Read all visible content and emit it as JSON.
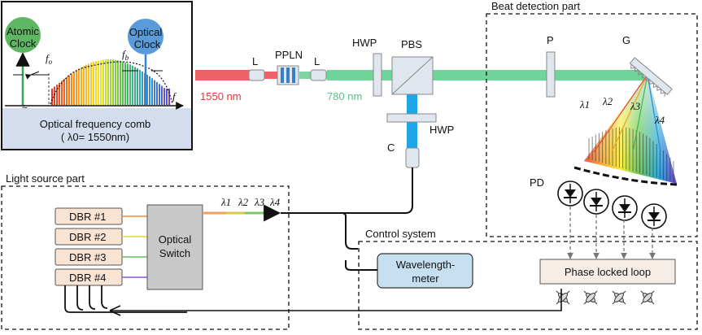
{
  "comb_panel": {
    "atomic_clock": [
      "Atomic",
      "Clock"
    ],
    "optical_clock": [
      "Optical",
      "Clock"
    ],
    "f_o": "fo",
    "f_b": "fb",
    "f_axis": "f",
    "caption_line1": "Optical frequency comb",
    "caption_line2": "( λ0= 1550nm)"
  },
  "beam": {
    "lens_left": "L",
    "crystal": "PPLN",
    "lens_right": "L",
    "wl_1550": "1550 nm",
    "wl_780": "780 nm",
    "hwp_top": "HWP",
    "pbs": "PBS",
    "hwp_bottom": "HWP",
    "collimator": "C"
  },
  "beat_detection": {
    "title": "Beat detection part",
    "polarizer": "P",
    "grating": "G",
    "lambda_labels": [
      "λ1",
      "λ2",
      "λ3",
      "λ4"
    ],
    "pd": "PD"
  },
  "light_source": {
    "title": "Light source part",
    "dbr": [
      "DBR #1",
      "DBR #2",
      "DBR #3",
      "DBR #4"
    ],
    "switch": [
      "Optical",
      "Switch"
    ],
    "lambda_labels": [
      "λ1",
      "λ2",
      "λ3",
      "λ4"
    ]
  },
  "control": {
    "title": "Control system",
    "wavemeter": [
      "Wavelength-",
      "meter"
    ],
    "pll": "Phase locked loop"
  },
  "colors": {
    "red_beam": "#f0626a",
    "green_beam": "#6fd49a",
    "blue_beam": "#1fa6e8",
    "wavemeter_fill": "#c6e0f2",
    "dbr_fill": "#f9e3d3",
    "switch_fill": "#c8c8c8"
  }
}
